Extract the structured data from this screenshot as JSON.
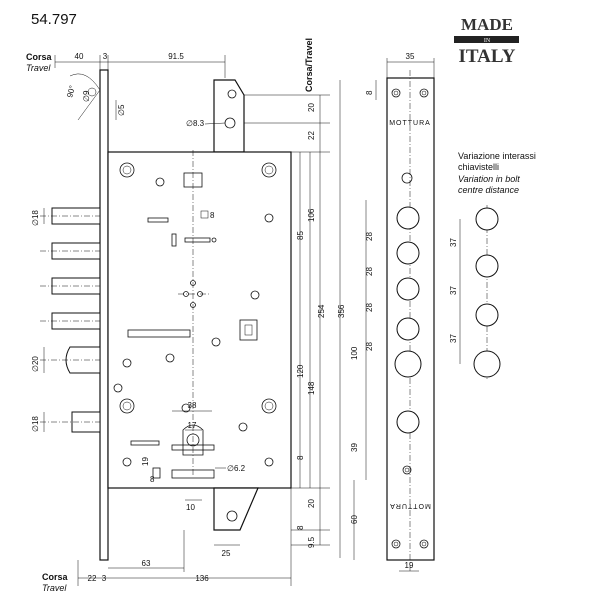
{
  "product_code": "54.797",
  "badge": {
    "made": "MADE",
    "in": "IN",
    "italy": "ITALY"
  },
  "travel": {
    "it": "Corsa",
    "en": "Travel",
    "slash_label": "Corsa/Travel"
  },
  "brand_mark": "MOTTURA",
  "note": {
    "it_line1": "Variazione interassi",
    "it_line2": "chiavistelli",
    "en_line1": "Variation in bolt",
    "en_line2": "centre distance"
  },
  "dimensions": {
    "top": {
      "d40": "40",
      "d3": "3",
      "d915": "91.5"
    },
    "angle": "90°",
    "phi9": "∅9",
    "phi5": "∅5",
    "phi83": "∅8.3",
    "right": {
      "d20": "20",
      "d22": "22",
      "d106": "106",
      "d85": "85",
      "d254": "254",
      "d356": "356",
      "d120": "120",
      "d148": "148",
      "d8a": "8",
      "d20b": "20",
      "d8b": "8",
      "d95": "9.5"
    },
    "left": {
      "phi18a": "∅18",
      "phi20": "∅20",
      "phi18b": "∅18"
    },
    "inner": {
      "sq8": "8",
      "d38": "38",
      "d17": "17",
      "d19": "19",
      "d8": "8",
      "phi62": "∅6.2",
      "d10": "10",
      "d25": "25"
    },
    "bottom": {
      "d22": "22",
      "d3": "3",
      "d63": "63",
      "d136": "136"
    },
    "front": {
      "d35": "35",
      "d8": "8",
      "d28a": "28",
      "d28b": "28",
      "d28c": "28",
      "d28d": "28",
      "d100": "100",
      "d39": "39",
      "d60": "60",
      "d19": "19"
    },
    "variation": {
      "d37a": "37",
      "d37b": "37",
      "d37c": "37"
    }
  },
  "colors": {
    "line": "#111111",
    "badge": "#222222"
  }
}
